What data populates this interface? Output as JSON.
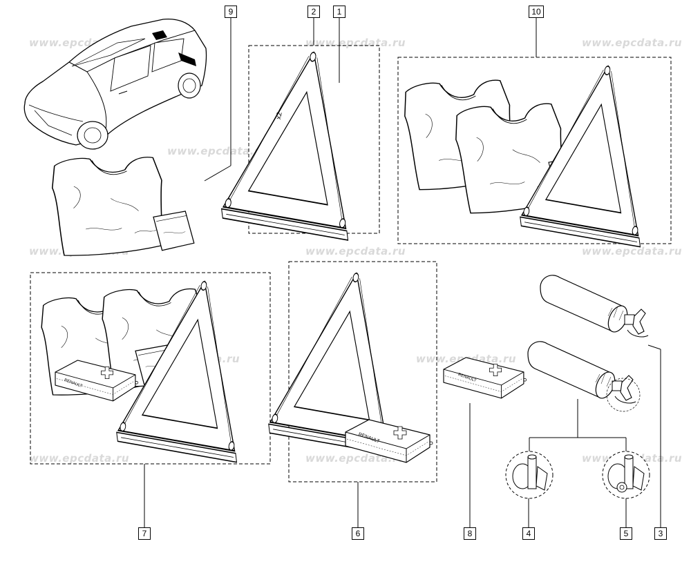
{
  "watermark_text": "www.epcdata.ru",
  "callouts": {
    "c1": "1",
    "c2": "2",
    "c3": "3",
    "c4": "4",
    "c5": "5",
    "c6": "6",
    "c7": "7",
    "c8": "8",
    "c9": "9",
    "c10": "10"
  },
  "quantity_label": "x2",
  "kit_brand_text": "RENAULT",
  "colors": {
    "line": "#000000",
    "dash": "#000000",
    "watermark": "#d9d9d9",
    "background": "#ffffff"
  },
  "icons": [
    "car-icon",
    "safety-vest-icon",
    "warning-triangle-icon",
    "first-aid-kit-icon",
    "fire-extinguisher-icon",
    "bracket-detail-icon",
    "pouch-icon"
  ]
}
